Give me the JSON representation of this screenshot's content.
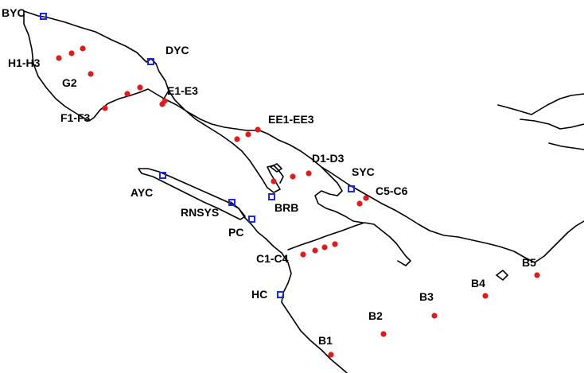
{
  "map": {
    "colors": {
      "station_marker": "#e01b1b",
      "club_marker": "#1a2ad6",
      "coastline": "#000000",
      "background": "#ffffff"
    },
    "labels": {
      "byc": "BYC",
      "dyc": "DYC",
      "h1_h3": "H1-H3",
      "g2": "G2",
      "e1_e3": "E1-E3",
      "f1_f3": "F1-F3",
      "ee1_ee3": "EE1-EE3",
      "d1_d3": "D1-D3",
      "syc": "SYC",
      "c5_c6": "C5-C6",
      "ayc": "AYC",
      "rnsys": "RNSYS",
      "brb": "BRB",
      "pc": "PC",
      "c1_c4": "C1-C4",
      "b5": "B5",
      "b4": "B4",
      "b3": "B3",
      "hc": "HC",
      "b2": "B2",
      "b1": "B1"
    }
  }
}
